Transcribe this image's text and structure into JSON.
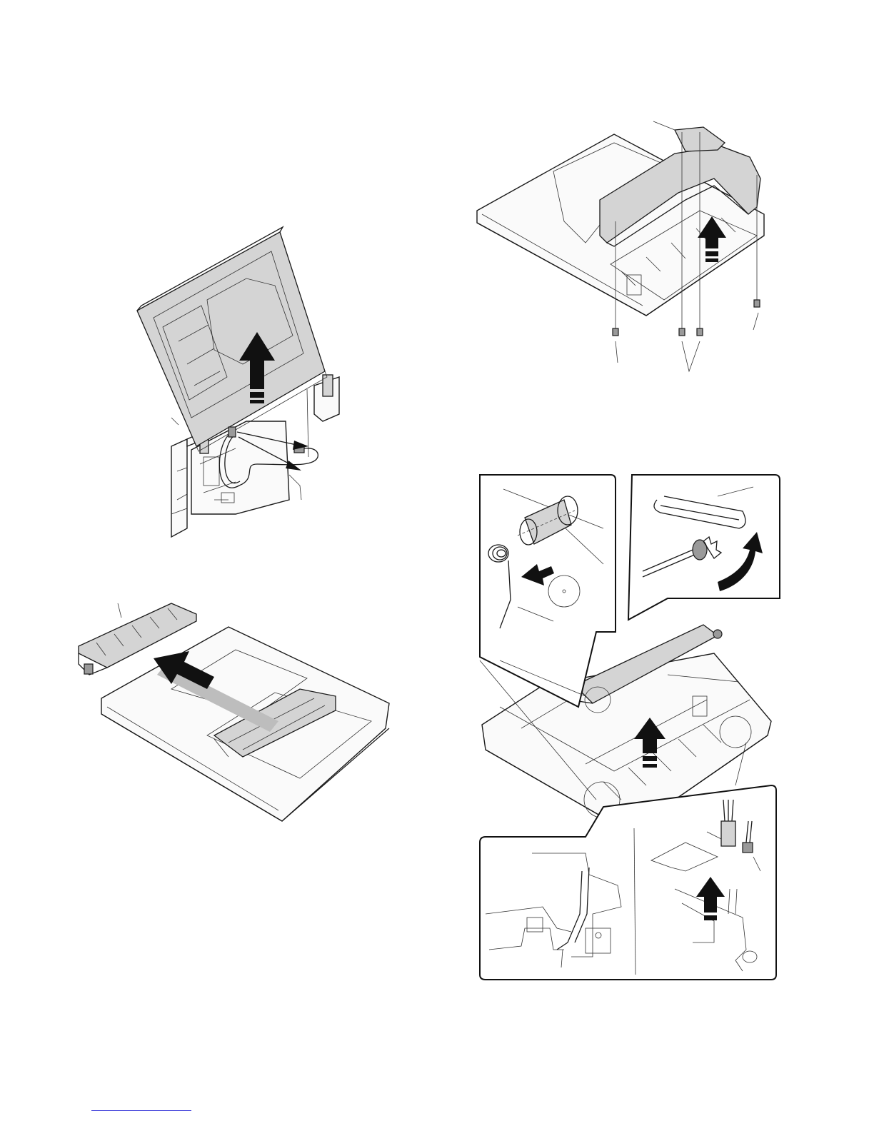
{
  "page": {
    "background": "#ffffff",
    "line_color": "#1a1a1a",
    "shade_color": "#d4d4d4",
    "footer_rule_color": "#2b2bd6"
  },
  "figures": [
    {
      "name": "document-feeder-lifted-from-hinges",
      "icon": "up-arrow-icon"
    },
    {
      "name": "paper-guide-slid-off-tray",
      "icon": "left-arrow-icon"
    },
    {
      "name": "rear-cover-removed-four-screws",
      "icon": "up-arrow-icon"
    },
    {
      "name": "roller-unit-detail-spring-belt",
      "icon": "up-arrow-icon"
    },
    {
      "name": "sensor-connector-detail",
      "icon": "up-arrow-icon"
    }
  ]
}
